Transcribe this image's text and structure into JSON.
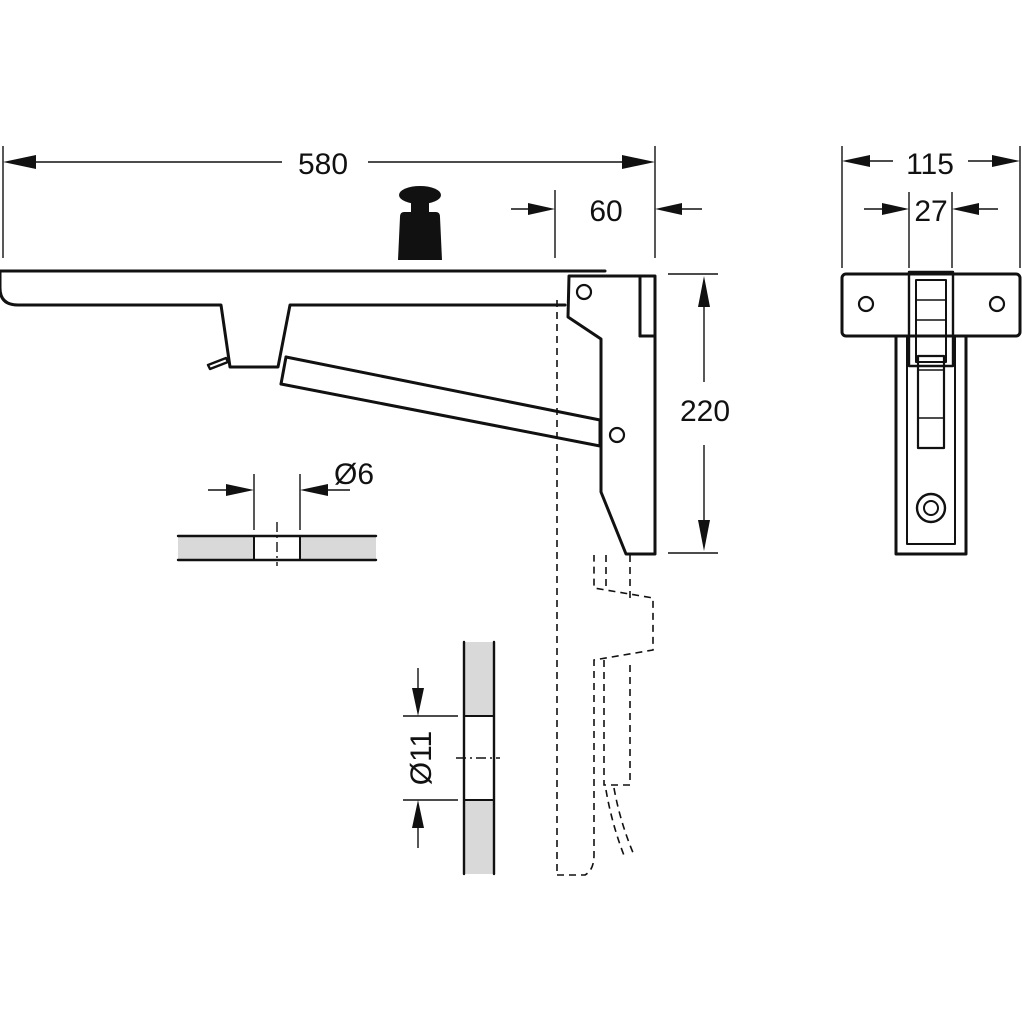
{
  "dimensions": {
    "length": "580",
    "offset": "60",
    "height": "220",
    "width": "115",
    "inner_width": "27",
    "hole_small": "Ø6",
    "hole_large": "Ø11"
  },
  "colors": {
    "line": "#111111",
    "material_section": "#d9d9d9",
    "background": "#ffffff"
  },
  "icons": [
    "weight-icon"
  ]
}
